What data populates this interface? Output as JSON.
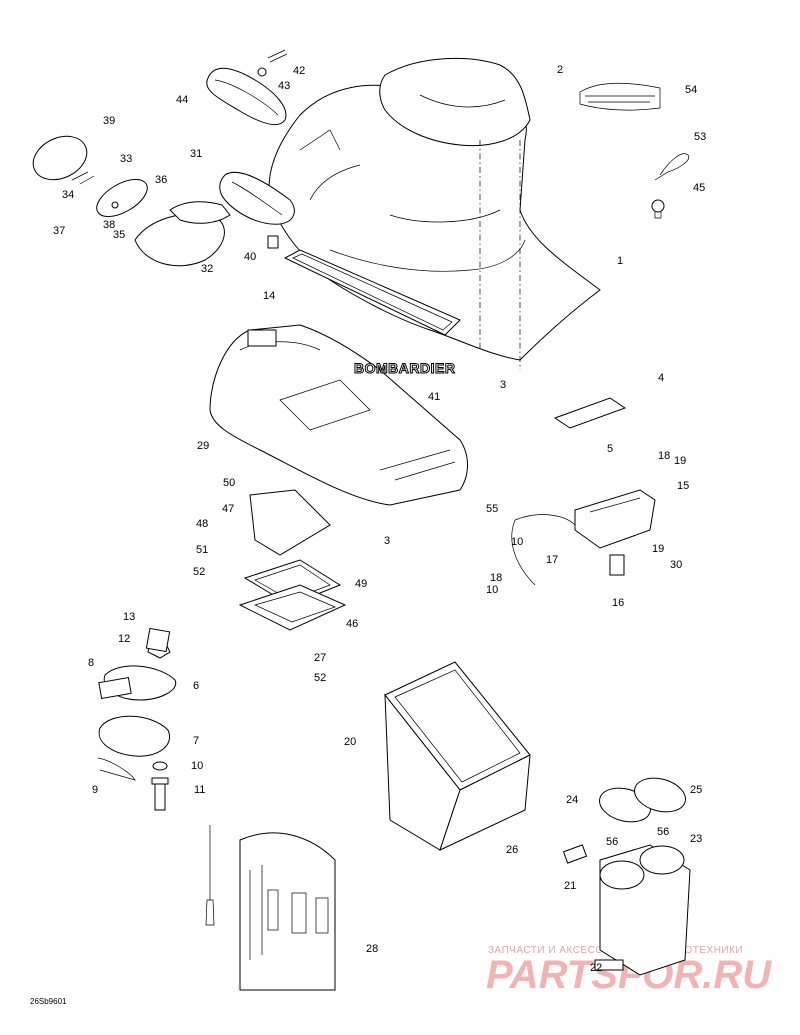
{
  "diagram": {
    "callouts": [
      {
        "label": "1"
      },
      {
        "label": "2"
      },
      {
        "label": "3"
      },
      {
        "label": "3"
      },
      {
        "label": "4"
      },
      {
        "label": "5"
      },
      {
        "label": "6"
      },
      {
        "label": "7"
      },
      {
        "label": "8"
      },
      {
        "label": "9"
      },
      {
        "label": "10"
      },
      {
        "label": "10"
      },
      {
        "label": "10"
      },
      {
        "label": "11"
      },
      {
        "label": "12"
      },
      {
        "label": "13"
      },
      {
        "label": "14"
      },
      {
        "label": "15"
      },
      {
        "label": "16"
      },
      {
        "label": "17"
      },
      {
        "label": "18"
      },
      {
        "label": "18"
      },
      {
        "label": "19"
      },
      {
        "label": "19"
      },
      {
        "label": "20"
      },
      {
        "label": "21"
      },
      {
        "label": "22"
      },
      {
        "label": "23"
      },
      {
        "label": "24"
      },
      {
        "label": "25"
      },
      {
        "label": "26"
      },
      {
        "label": "27"
      },
      {
        "label": "28"
      },
      {
        "label": "29"
      },
      {
        "label": "30"
      },
      {
        "label": "31"
      },
      {
        "label": "32"
      },
      {
        "label": "33"
      },
      {
        "label": "34"
      },
      {
        "label": "35"
      },
      {
        "label": "36"
      },
      {
        "label": "37"
      },
      {
        "label": "38"
      },
      {
        "label": "39"
      },
      {
        "label": "40"
      },
      {
        "label": "41"
      },
      {
        "label": "42"
      },
      {
        "label": "43"
      },
      {
        "label": "44"
      },
      {
        "label": "45"
      },
      {
        "label": "46"
      },
      {
        "label": "47"
      },
      {
        "label": "48"
      },
      {
        "label": "49"
      },
      {
        "label": "50"
      },
      {
        "label": "51"
      },
      {
        "label": "52"
      },
      {
        "label": "52"
      },
      {
        "label": "53"
      },
      {
        "label": "54"
      },
      {
        "label": "55"
      },
      {
        "label": "56"
      },
      {
        "label": "56"
      }
    ],
    "brand_text": "BOMBARDIER",
    "drawing_code": "26Sb9601"
  },
  "watermark": {
    "line1": "ЗАПЧАСТИ И АКСЕССУАРЫ ДЛЯ МОТОТЕХНИКИ",
    "line2": "PARTSFOR.RU"
  }
}
